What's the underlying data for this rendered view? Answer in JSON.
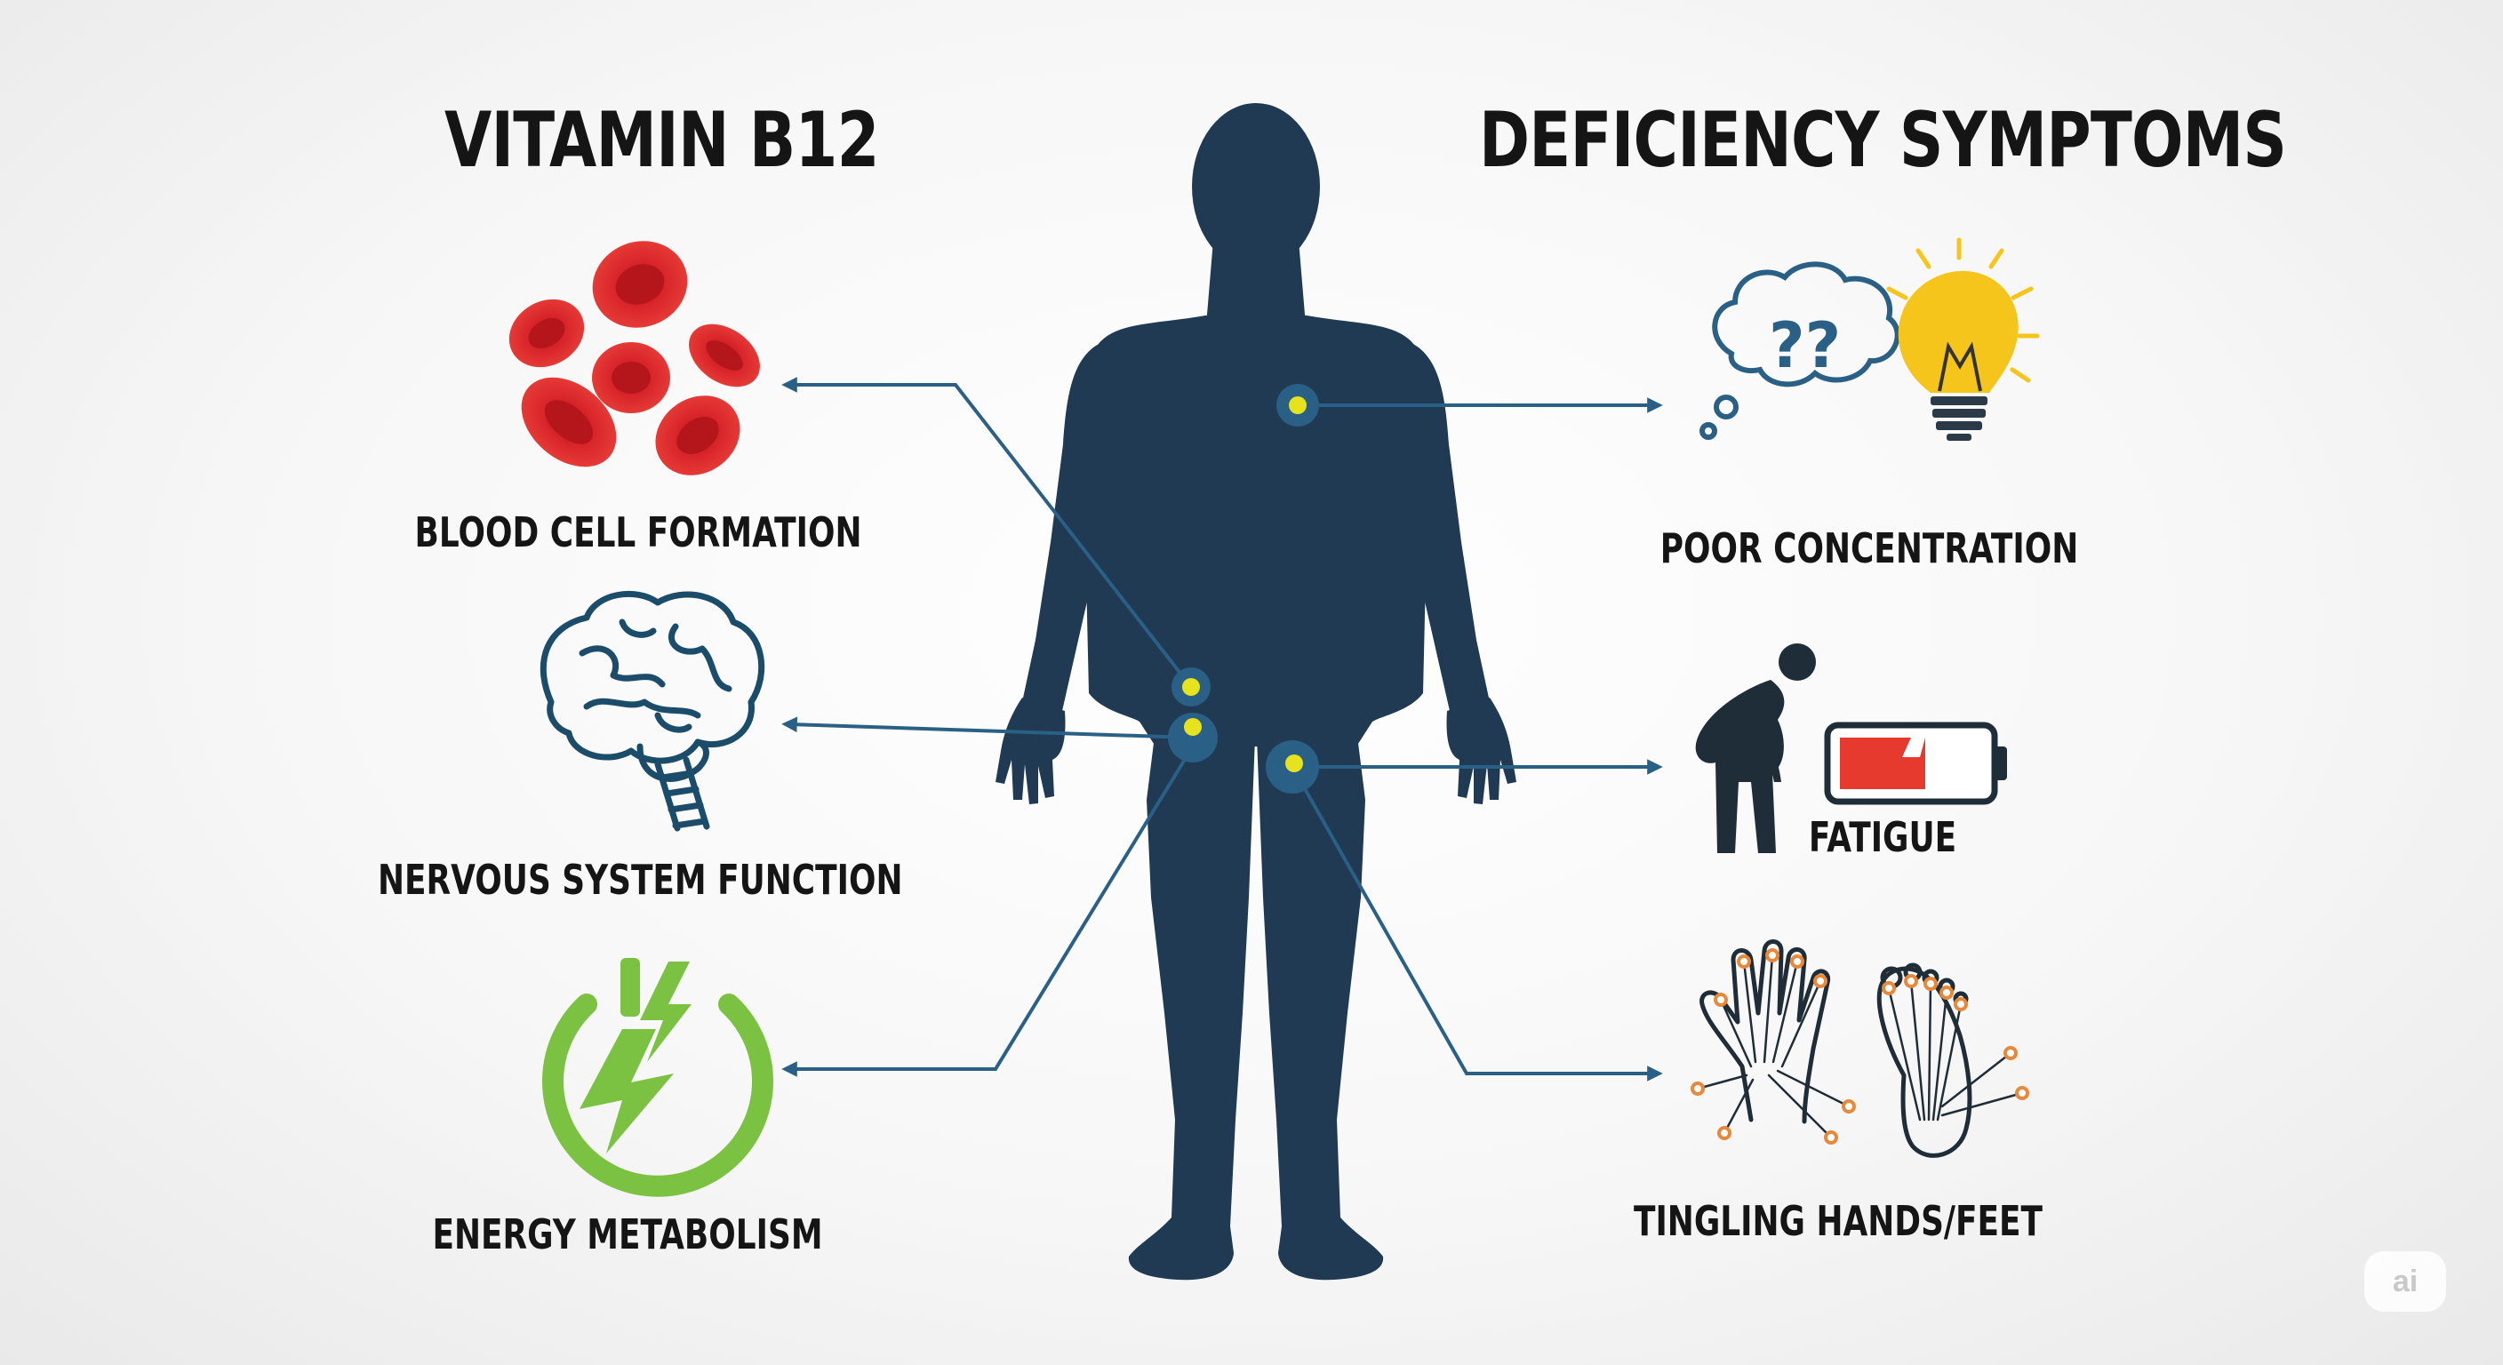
{
  "headings": {
    "left": "VITAMIN B12",
    "right": "DEFICIENCY SYMPTOMS"
  },
  "functions": [
    {
      "label": "BLOOD CELL FORMATION",
      "icon": "red-blood-cells-icon"
    },
    {
      "label": "NERVOUS SYSTEM FUNCTION",
      "icon": "brain-icon"
    },
    {
      "label": "ENERGY METABOLISM",
      "icon": "energy-bolt-icon"
    }
  ],
  "symptoms": [
    {
      "label": "POOR CONCENTRATION",
      "icon": "thought-bubble-lightbulb-icon"
    },
    {
      "label": "FATIGUE",
      "icon": "tired-person-low-battery-icon"
    },
    {
      "label": "TINGLING HANDS/FEET",
      "icon": "hand-foot-nerves-icon"
    }
  ],
  "watermark": "ai",
  "colors": {
    "silhouette": "#1f3a52",
    "connector": "#2a6085",
    "marker_dot": "#e6e21d",
    "blood": "#d9262b",
    "energy": "#7cc242",
    "bulb": "#f6c51c",
    "battery_low": "#e63a2f",
    "nerve_points": "#e8883a",
    "brain": "#1b4d6b"
  }
}
